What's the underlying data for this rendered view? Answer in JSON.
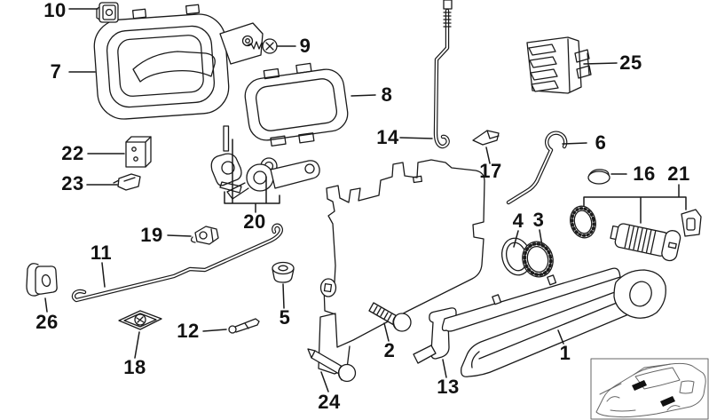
{
  "diagram": {
    "kind": "exploded-parts-diagram",
    "colors": {
      "ink": "#1a1a1a",
      "background": "#ffffff"
    },
    "labels": {
      "n1": "1",
      "n2": "2",
      "n3": "3",
      "n4": "4",
      "n5": "5",
      "n6": "6",
      "n7": "7",
      "n8": "8",
      "n9": "9",
      "n10": "10",
      "n11": "11",
      "n12": "12",
      "n13": "13",
      "n14": "14",
      "n16": "16",
      "n17": "17",
      "n18": "18",
      "n19": "19",
      "n20": "20",
      "n21": "21",
      "n22": "22",
      "n23": "23",
      "n24": "24",
      "n25": "25",
      "n26": "26"
    }
  }
}
